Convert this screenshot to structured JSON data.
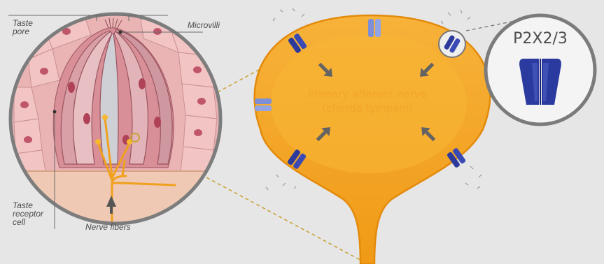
{
  "labels": {
    "taste_pore": [
      "Taste",
      "pore"
    ],
    "microvilli": "Microvilli",
    "taste_receptor_cell": [
      "Taste",
      "receptor",
      "cell"
    ],
    "nerve_fibers": "Nerve fibers"
  },
  "nerve": {
    "title_line1": "Primary afferent nerve",
    "title_line2": "(chorda tympani)"
  },
  "receptor": {
    "name": "P2X2/3"
  },
  "colors": {
    "background": "#e6e6e6",
    "nerve_fill": "#f5a623",
    "nerve_outline": "#e8900a",
    "receptor_blue": "#2b3a9e",
    "receptor_light": "#7d8fd6",
    "circle_ring": "#777777",
    "tissue_pink": "#e8a9ab",
    "cell_nucleus": "#b83d50"
  },
  "icons": {
    "arrows": "inward-arrow-icon",
    "channel": "ion-channel-icon"
  }
}
